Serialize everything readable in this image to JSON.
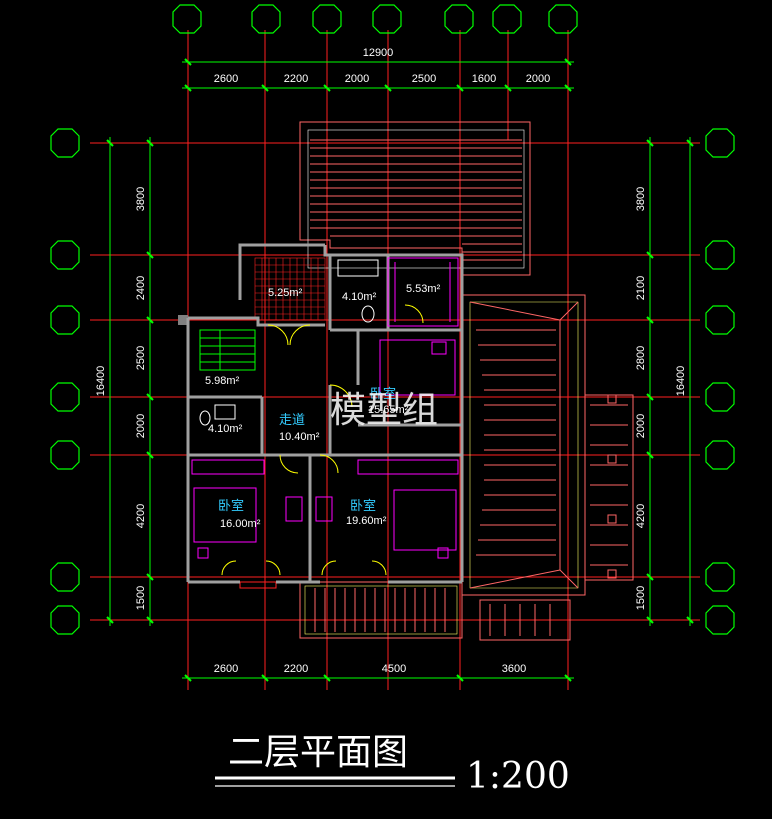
{
  "title": "二层平面图",
  "scale": "1:200",
  "watermark": "模型组",
  "dimensions": {
    "top_total": "12900",
    "top_segments": [
      "2600",
      "2200",
      "2000",
      "2500",
      "1600",
      "2000"
    ],
    "bottom_segments": [
      "2600",
      "2200",
      "4500",
      "3600"
    ],
    "left_total": "16400",
    "left_segments": [
      "3800",
      "2400",
      "2500",
      "2000",
      "4200",
      "1500"
    ],
    "right_total": "16400",
    "right_segments": [
      "3800",
      "2100",
      "2800",
      "2000",
      "4200",
      "1500"
    ]
  },
  "rooms": {
    "terrace_area": "5.25m²",
    "bath_top_area": "4.10m²",
    "closet_area": "5.53m²",
    "stair_area": "5.98m²",
    "bath_left_area": "4.10m²",
    "corridor_name": "走道",
    "corridor_area": "10.40m²",
    "bedroom_mid_name": "卧室",
    "bedroom_mid_area": "15.65m²",
    "bedroom_left_name": "卧室",
    "bedroom_left_area": "16.00m²",
    "bedroom_right_name": "卧室",
    "bedroom_right_area": "19.60m²"
  },
  "colors": {
    "axis": "#ff2020",
    "bubble": "#00ff00",
    "dimension": "#00ff00",
    "wall": "#808080",
    "roof": "#ff6666",
    "furniture": "#ff00ff"
  }
}
